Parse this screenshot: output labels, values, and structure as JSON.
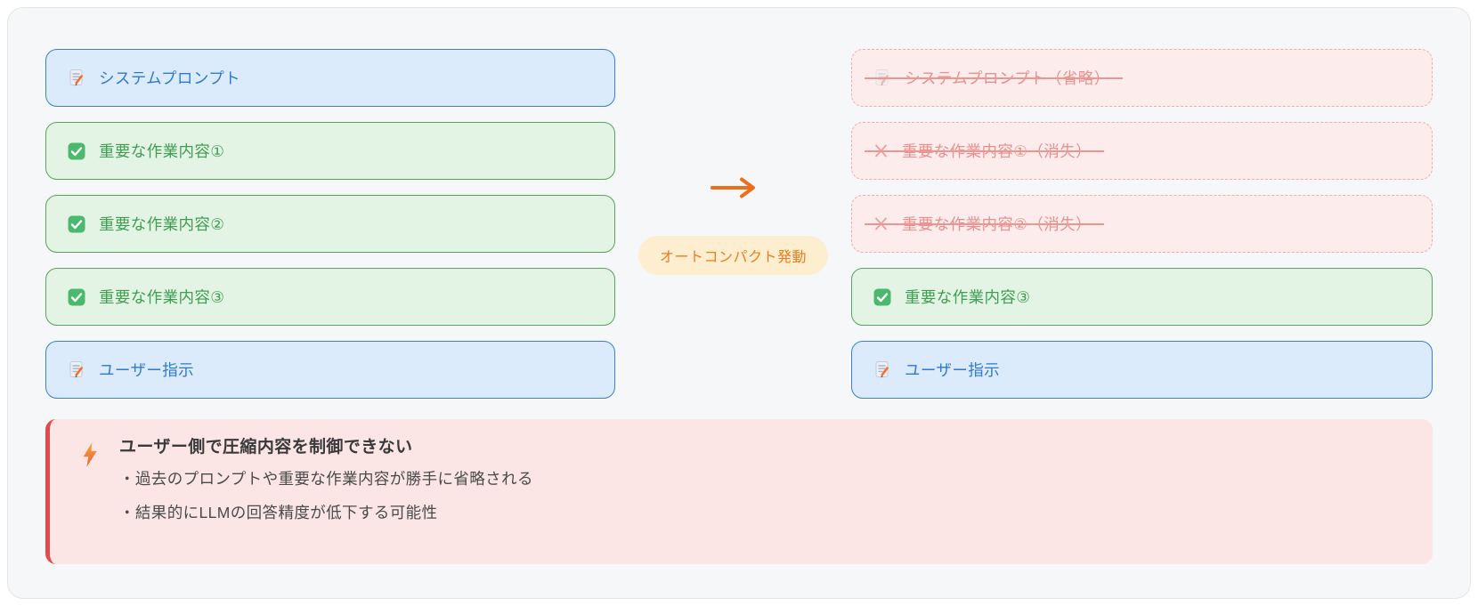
{
  "colors": {
    "accent_blue_border": "#3a7fd2",
    "accent_blue_bg": "#dcebfb",
    "accent_blue_text": "#2e7ad0",
    "accent_green_border": "#58a35d",
    "accent_green_bg": "#e4f4e4",
    "accent_green_text": "#3f9e53",
    "removed_border": "#f2abab",
    "removed_bg": "#fcecec",
    "removed_text": "#e9918f",
    "orange_accent": "#ee7d1e",
    "pill_bg": "#fdeecf",
    "warning_red": "#e04c4c",
    "warning_bg": "#fbe5e5",
    "container_bg": "#f6f7f9"
  },
  "left": {
    "items": [
      {
        "icon": "memo-icon",
        "label": "システムプロンプト"
      },
      {
        "icon": "check-icon",
        "label": "重要な作業内容①"
      },
      {
        "icon": "check-icon",
        "label": "重要な作業内容②"
      },
      {
        "icon": "check-icon",
        "label": "重要な作業内容③"
      },
      {
        "icon": "memo-icon",
        "label": "ユーザー指示"
      }
    ]
  },
  "transition": {
    "arrow_icon": "right-arrow-icon",
    "label": "オートコンパクト発動"
  },
  "right": {
    "items": [
      {
        "icon": "memo-icon",
        "state": "omitted",
        "label": "システムプロンプト（省略）"
      },
      {
        "icon": "cross-icon",
        "state": "lost",
        "label": "重要な作業内容①（消失）"
      },
      {
        "icon": "cross-icon",
        "state": "lost",
        "label": "重要な作業内容②（消失）"
      },
      {
        "icon": "check-icon",
        "state": "kept",
        "label": "重要な作業内容③"
      },
      {
        "icon": "memo-icon",
        "state": "kept",
        "label": "ユーザー指示"
      }
    ]
  },
  "warning": {
    "icon": "lightning-icon",
    "title": "ユーザー側で圧縮内容を制御できない",
    "bullets": [
      "・過去のプロンプトや重要な作業内容が勝手に省略される",
      "・結果的にLLMの回答精度が低下する可能性"
    ]
  }
}
